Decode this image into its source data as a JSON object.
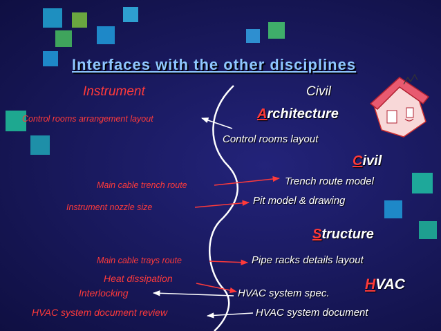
{
  "slide": {
    "title": "Interfaces with the other disciplines",
    "left_heading": "Instrument",
    "right_heading": "Civil"
  },
  "left_items": {
    "control_rooms_arrangement": "Control rooms arrangement layout",
    "main_cable_trench": "Main cable trench route",
    "instrument_nozzle": "Instrument nozzle size",
    "main_cable_trays": "Main cable trays route",
    "heat_dissipation": "Heat dissipation",
    "interlocking": "Interlocking",
    "hvac_review": "HVAC system document review"
  },
  "right_items": {
    "architecture_initial": "A",
    "architecture_rest": "rchitecture",
    "control_rooms_layout": "Control rooms layout",
    "civil_initial": "C",
    "civil_rest": "ivil",
    "trench_route_model": "Trench route model",
    "pit_model": "Pit model & drawing",
    "structure_initial": "S",
    "structure_rest": "tructure",
    "pipe_racks": "Pipe racks  details layout",
    "hvac_spec": "HVAC system spec.",
    "hvac_initial": "H",
    "hvac_rest": "VAC",
    "hvac_document": "HVAC system document"
  },
  "colors": {
    "background": "#1a1a5e",
    "title": "#8fc7ff",
    "left_text": "#ff3a3a",
    "right_text": "#ffffff",
    "accent_teal": "#1ea89a",
    "accent_blue": "#1e88c8",
    "accent_green": "#4fa84a"
  }
}
